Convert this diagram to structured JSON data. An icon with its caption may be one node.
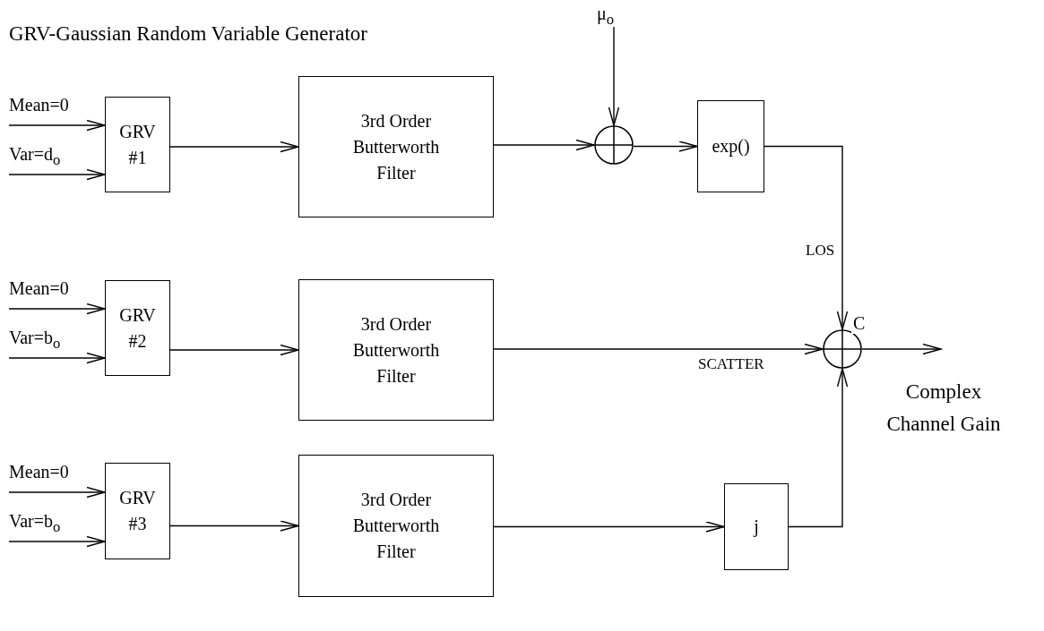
{
  "diagram": {
    "title": "GRV-Gaussian Random Variable Generator",
    "nodes": [
      {
        "text": [
          "Mean=0"
        ]
      },
      {
        "text": [
          "Var=d$_{o}$"
        ]
      },
      {
        "text": [
          "GRV #1"
        ]
      },
      {
        "text": [
          "3rd Order Butterworth Filter"
        ]
      },
      {
        "text": [
          "μ$_{o}$"
        ]
      },
      {
        "text": [],
        "shape": "circle"
      },
      {
        "text": [
          "exp()"
        ]
      },
      {
        "text": [
          "Mean=0"
        ]
      },
      {
        "text": [
          "Var=b$_{o}$"
        ]
      },
      {
        "text": [
          "GRV #2"
        ]
      },
      {
        "text": [
          "3rd Order Butterworth Filter"
        ]
      },
      {
        "text": [],
        "shape": "circle"
      },
      {
        "text": [
          "Mean=0"
        ]
      },
      {
        "text": [
          "Var=b$_{o}$"
        ]
      },
      {
        "text": [
          "GRV #3"
        ]
      },
      {
        "text": [
          "3rd Order Butterworth Filter"
        ]
      },
      {
        "text": [
          "j"
        ]
      }
    ],
    "edges": [
      {
        "from": 0,
        "to": 2,
        "arrow": "to"
      },
      {
        "from": 1,
        "to": 2,
        "arrow": "to"
      },
      {
        "from": 2,
        "to": 3,
        "arrow": "to"
      },
      {
        "from": 3,
        "to": 5,
        "arrow": "to"
      },
      {
        "from": 4,
        "to": 5,
        "arrow": "to"
      },
      {
        "from": 5,
        "to": 6,
        "arrow": "to"
      },
      {
        "from": 6,
        "to": 11,
        "arrow": "to",
        "label": "LOS"
      },
      {
        "from": 7,
        "to": 9,
        "arrow": "to"
      },
      {
        "from": 8,
        "to": 9,
        "arrow": "to"
      },
      {
        "from": 9,
        "to": 10,
        "arrow": "to"
      },
      {
        "from": 10,
        "to": 11,
        "arrow": "to",
        "label": "SCATTER"
      },
      {
        "from": 12,
        "to": 14,
        "arrow": "to"
      },
      {
        "from": 13,
        "to": 14,
        "arrow": "to"
      },
      {
        "from": 14,
        "to": 15,
        "arrow": "to"
      },
      {
        "from": 15,
        "to": 16,
        "arrow": "to"
      },
      {
        "from": 16,
        "to": 11,
        "arrow": "to"
      },
      {
        "from": 11,
        "to": null,
        "arrow": "to",
        "label": "C"
      }
    ],
    "labels": [
      "Complex Channel Gain"
    ]
  }
}
